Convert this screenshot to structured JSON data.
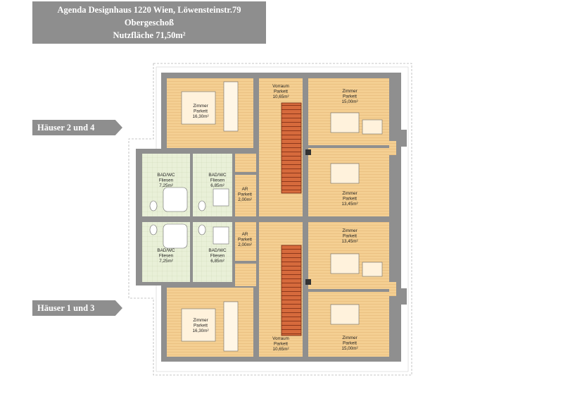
{
  "header": {
    "line1": "Agenda Designhaus 1220 Wien, Löwensteinstr.79",
    "line2": "Obergeschoß",
    "line3": "Nutzfläche 71,50m²"
  },
  "labels": {
    "upper_houses": "Häuser 2 und 4",
    "lower_houses": "Häuser 1 und 3"
  },
  "rooms": {
    "zimmer_tl": [
      "Zimmer",
      "Parkett",
      "16,30m²"
    ],
    "vorraum_top": [
      "Vorraum",
      "Parkett",
      "10,65m²"
    ],
    "zimmer_tr": [
      "Zimmer",
      "Parkett",
      "15,00m²"
    ],
    "bad_left_top": [
      "BAD/WC",
      "Fliesen",
      "7,25m²"
    ],
    "bad_right_top": [
      "BAD/WC",
      "Fliesen",
      "6,85m²"
    ],
    "ar_top": [
      "AR",
      "Parkett",
      "2,00m²"
    ],
    "zimmer_mr_top": [
      "Zimmer",
      "Parkett",
      "13,45m²"
    ],
    "ar_bottom": [
      "AR",
      "Parkett",
      "2,00m²"
    ],
    "zimmer_mr_bottom": [
      "Zimmer",
      "Parkett",
      "13,45m²"
    ],
    "bad_left_bottom": [
      "BAD/WC",
      "Fliesen",
      "7,25m²"
    ],
    "bad_right_bottom": [
      "BAD/WC",
      "Fliesen",
      "6,85m²"
    ],
    "zimmer_bl": [
      "Zimmer",
      "Parkett",
      "16,30m²"
    ],
    "vorraum_bottom": [
      "Vorraum",
      "Parkett",
      "10,65m²"
    ],
    "zimmer_br": [
      "Zimmer",
      "Parkett",
      "15,00m²"
    ]
  },
  "colors": {
    "wall": "#8f8f8f",
    "parquet": "#f4cf92",
    "tiles": "#e9f0d8",
    "stair": "#c9512a",
    "label_bg": "#8e8e8e"
  }
}
